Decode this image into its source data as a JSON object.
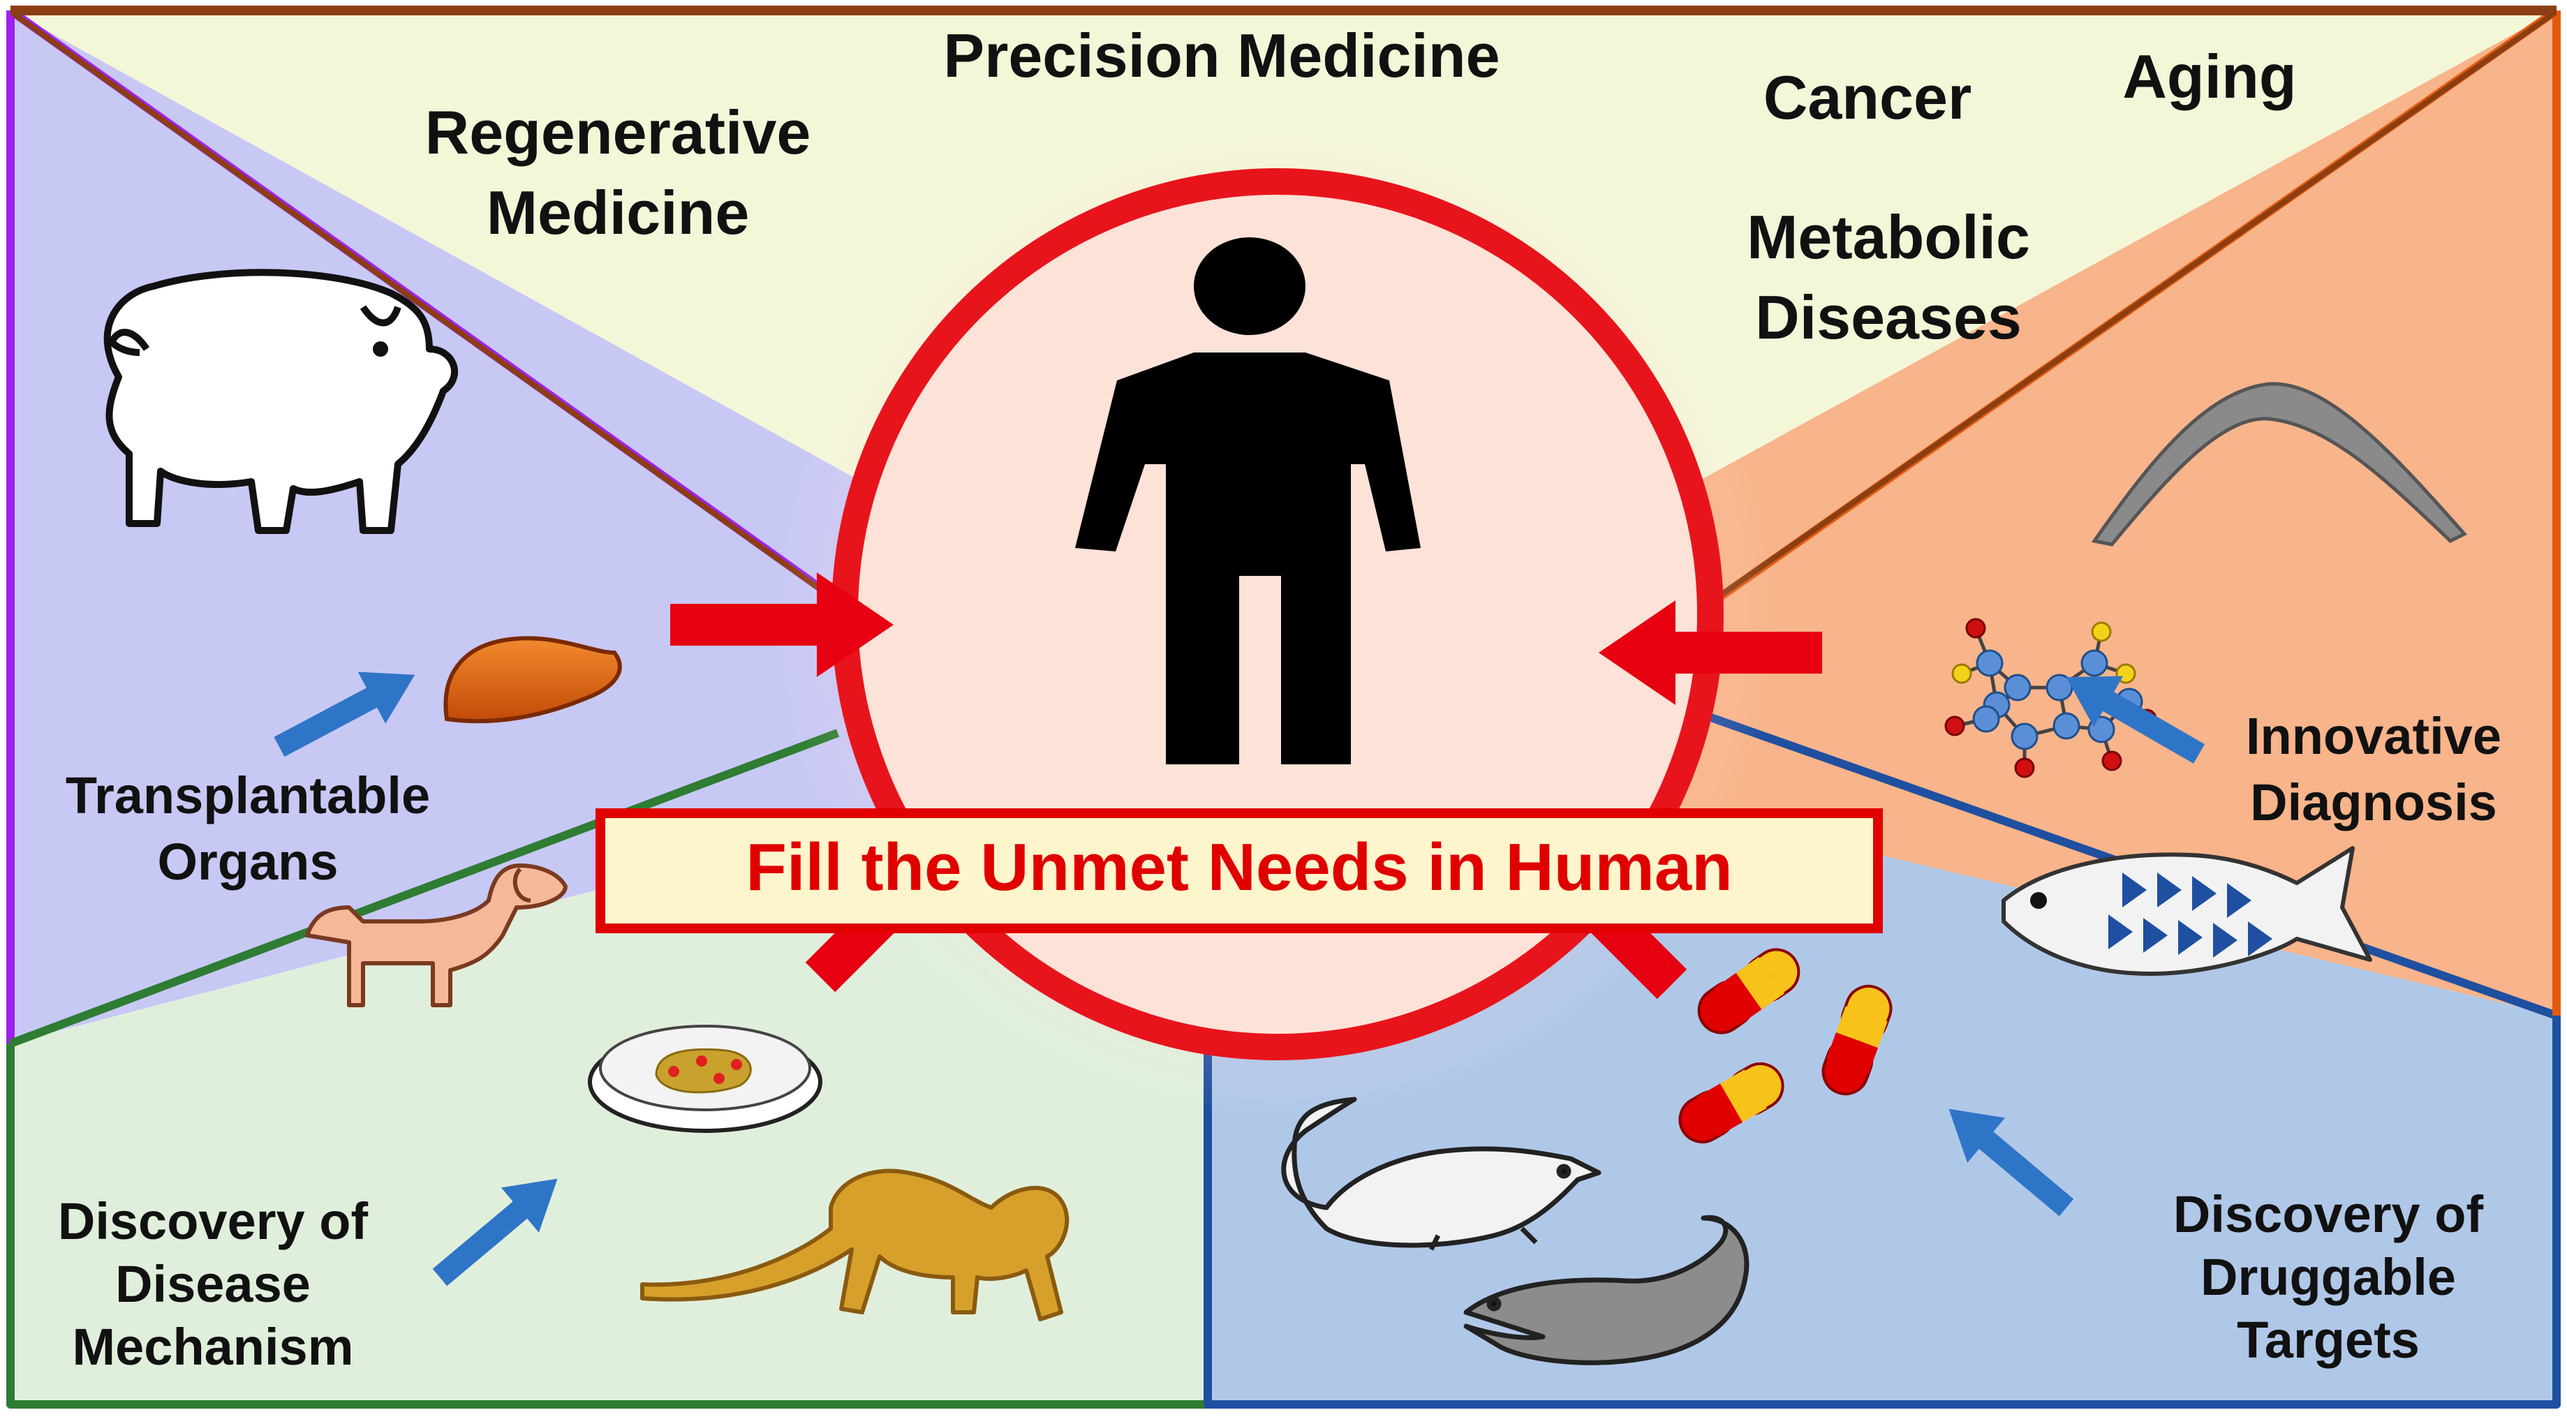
{
  "diagram": {
    "top_labels": {
      "precision_medicine": "Precision Medicine",
      "regenerative_line1": "Regenerative",
      "regenerative_line2": "Medicine",
      "cancer": "Cancer",
      "aging": "Aging",
      "metabolic_line1": "Metabolic",
      "metabolic_line2": "Diseases"
    },
    "left_panel": {
      "label_line1": "Transplantable",
      "label_line2": "Organs"
    },
    "bottom_left_panel": {
      "label_line1": "Discovery of",
      "label_line2": "Disease",
      "label_line3": "Mechanism"
    },
    "right_panel": {
      "label_line1": "Innovative",
      "label_line2": "Diagnosis"
    },
    "bottom_right_panel": {
      "label_line1": "Discovery of",
      "label_line2": "Druggable",
      "label_line3": "Targets"
    },
    "banner": {
      "text": "Fill the Unmet Needs in Human"
    },
    "icons": [
      "pig-icon",
      "liver-icon",
      "dog-icon",
      "petri-dish-icon",
      "monkey-icon",
      "zebrafish-icon",
      "worm-icon",
      "molecule-icon",
      "capsule-icon",
      "rat-icon",
      "mouse-icon",
      "human-figure-icon",
      "arrow-icon"
    ],
    "colors": {
      "top_panel": "#f4f6d8",
      "left_panel": "#c8c8f5",
      "bottom_left_panel": "#e0efdc",
      "right_panel": "#f8b48a",
      "bottom_right_panel": "#b0c8e8",
      "frame_brown": "#8b3e12",
      "purple_border": "#a020f0",
      "green_border": "#2e7d32",
      "blue_border": "#1f4fa0",
      "orange_border": "#e35b0e",
      "center_red": "#e8141c",
      "center_fill": "#fde2d8",
      "arrow_red": "#e60012",
      "arrow_blue": "#2f75c7"
    }
  }
}
